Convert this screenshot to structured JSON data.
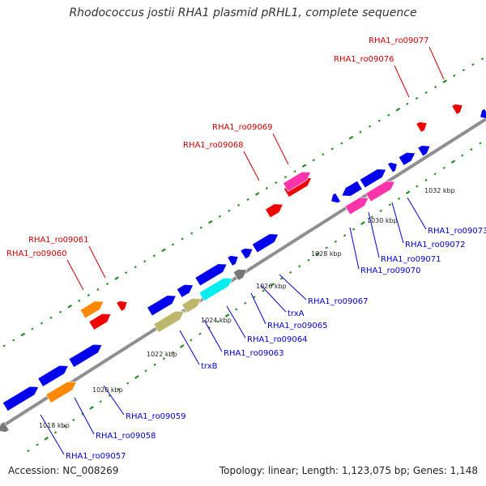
{
  "title": "Rhodococcus jostii RHA1 plasmid pRHL1, complete sequence",
  "accession": "Accession: NC_008269",
  "summary": "Topology: linear; Length: 1,123,075 bp; Genes: 1,148",
  "colors": {
    "backbone": "#8f8f8f",
    "blue": "#0000ee",
    "red": "#ee0000",
    "magenta": "#ff33aa",
    "orange": "#ff8800",
    "cyan": "#00eeee",
    "khaki": "#bdb76b",
    "gray": "#777777",
    "dots": "#228b22",
    "label_blue": "#0000cc",
    "label_red": "#cc0000"
  },
  "ticks": [
    "1018 kbp",
    "1020 kbp",
    "1022 kbp",
    "1024 kbp",
    "1026 kbp",
    "1028 kbp",
    "1030 kbp",
    "1032 kbp"
  ],
  "red_labels": [
    "RHA1_ro09077",
    "RHA1_ro09076",
    "RHA1_ro09069",
    "RHA1_ro09068",
    "RHA1_ro09061",
    "RHA1_ro09060"
  ],
  "blue_labels": [
    "RHA1_ro09073",
    "RHA1_ro09072",
    "RHA1_ro09071",
    "RHA1_ro09070",
    "RHA1_ro09067",
    "trxA",
    "RHA1_ro09065",
    "RHA1_ro09064",
    "RHA1_ro09063",
    "trxB",
    "RHA1_ro09059",
    "RHA1_ro09058",
    "RHA1_ro09057"
  ]
}
